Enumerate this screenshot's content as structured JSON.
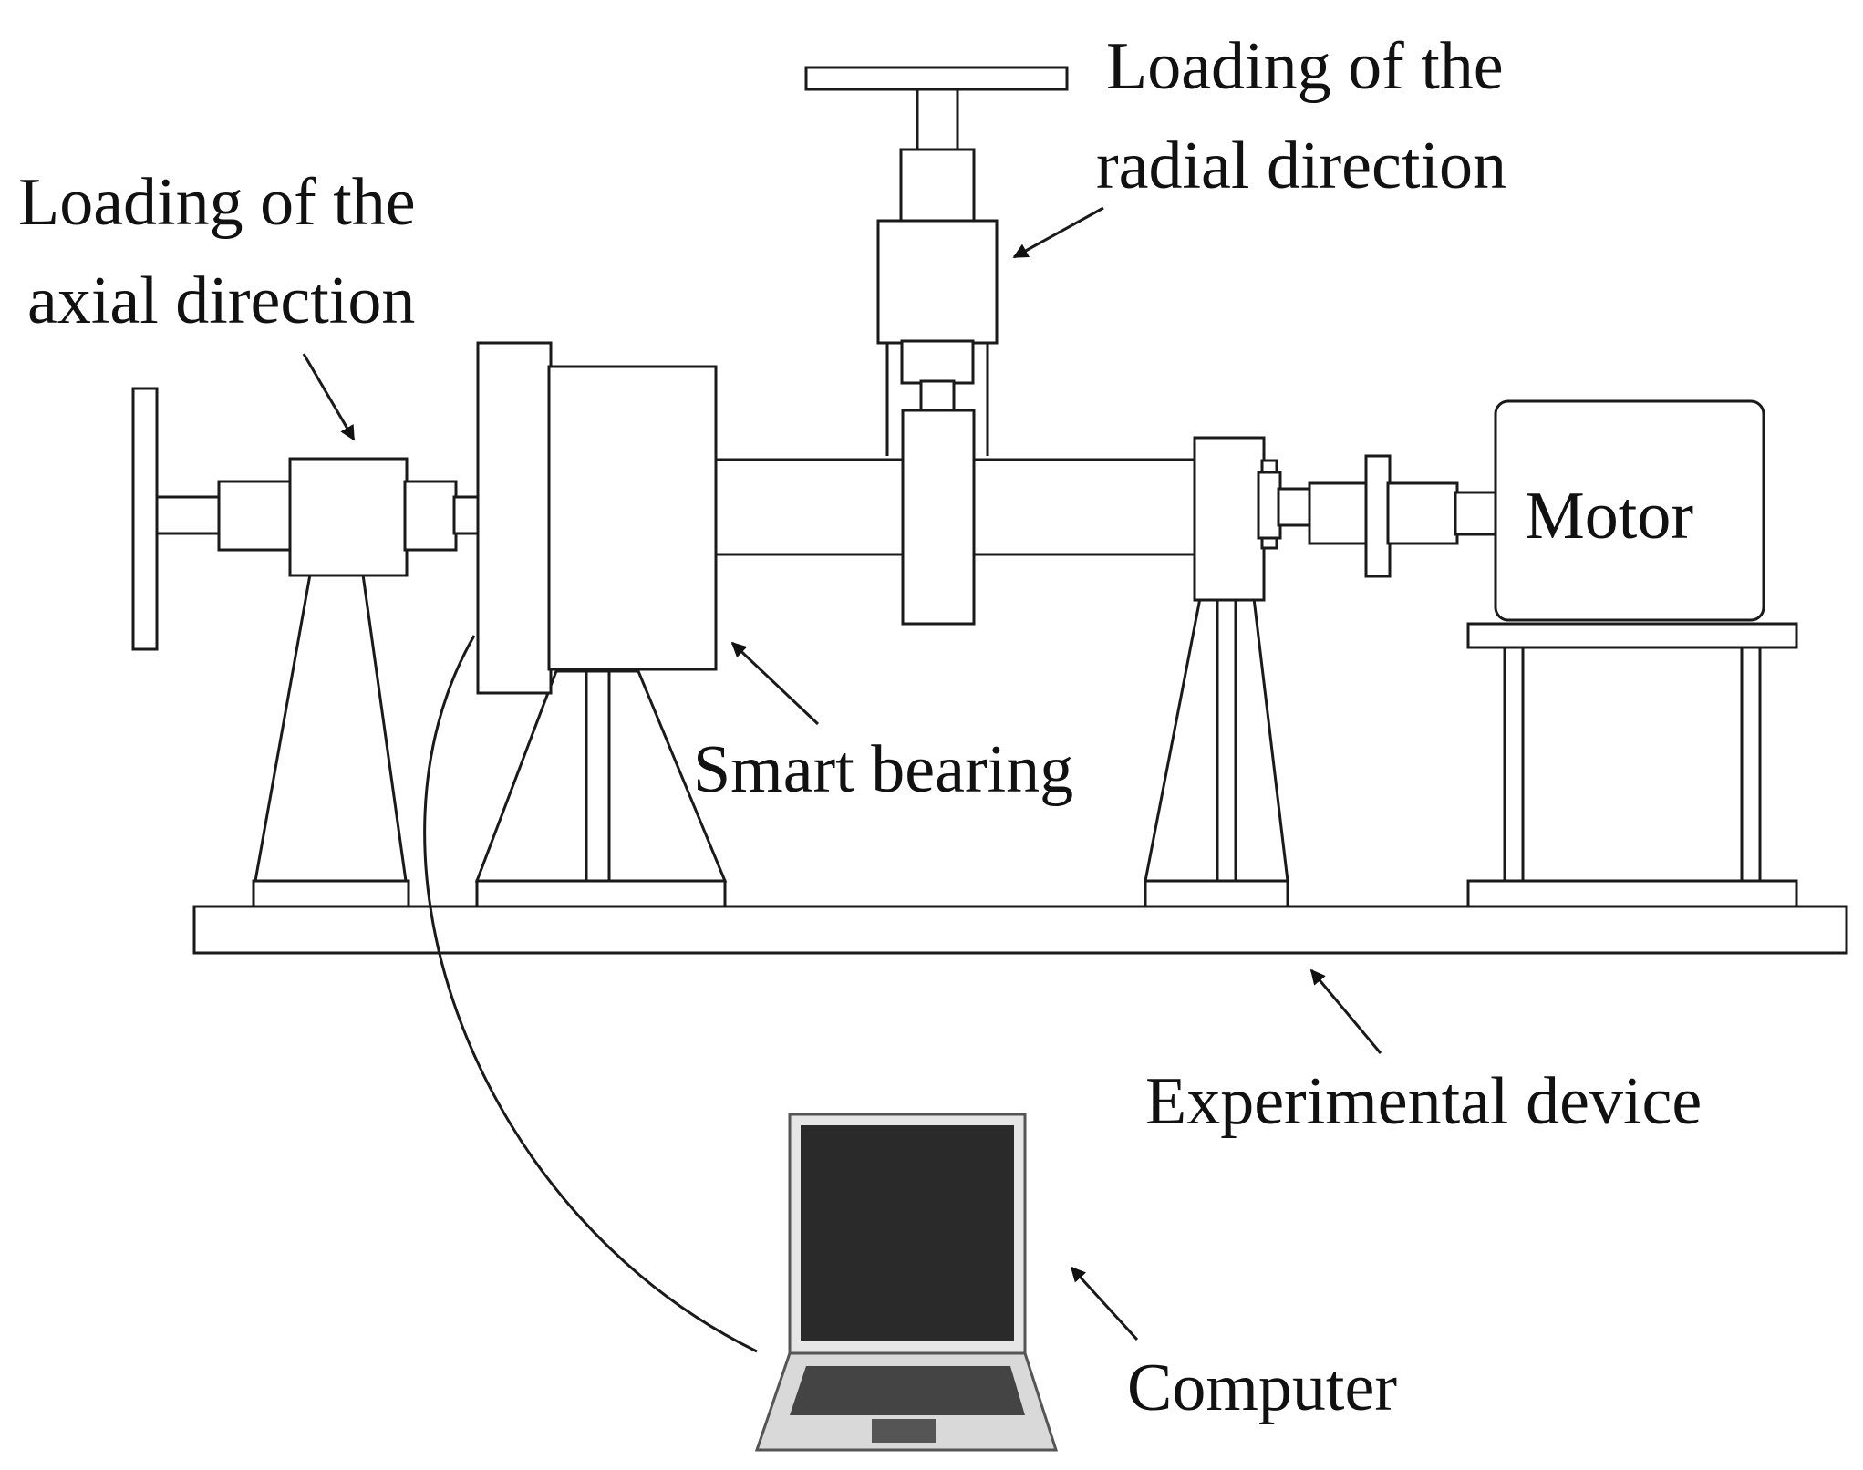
{
  "labels": {
    "axial_line1": "Loading of the",
    "axial_line2": "axial direction",
    "radial_line1": "Loading of the",
    "radial_line2": "radial direction",
    "motor": "Motor",
    "smart_bearing": "Smart bearing",
    "experimental_device": "Experimental device",
    "computer": "Computer"
  },
  "colors": {
    "line": "#1a1a1a",
    "screen": "#2a2a2a",
    "laptop_body": "#d9d9d9"
  }
}
